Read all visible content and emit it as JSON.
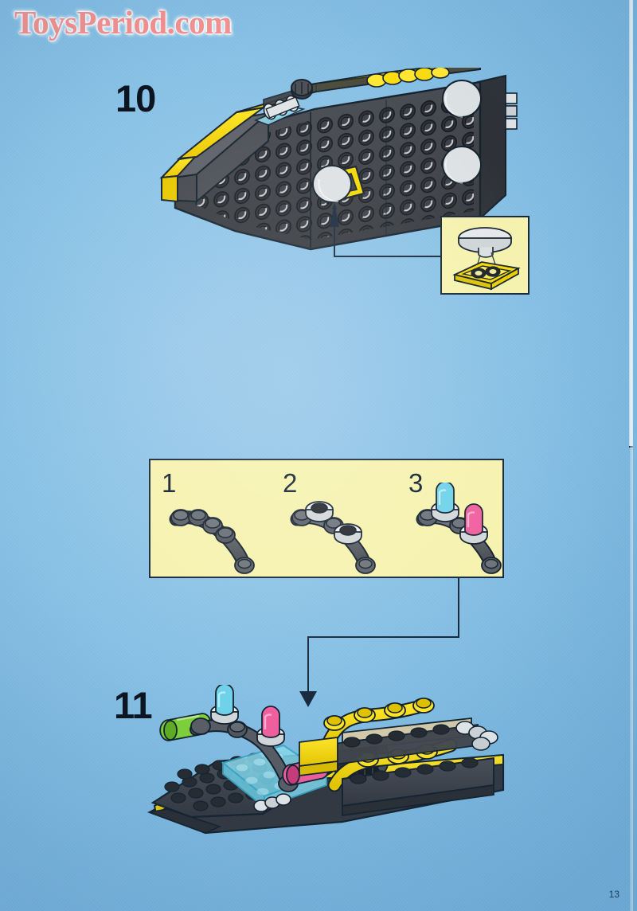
{
  "page": {
    "number": "13",
    "background_color": "#82bde3",
    "watermark": "ToysPeriod.com",
    "watermark_color": "#f4918f"
  },
  "steps": [
    {
      "id": "step-10",
      "number": "10",
      "description": "Dark gray hull underside with yellow trim and light gray radar dishes",
      "callout": {
        "id": "callout-dish-attach",
        "background_color": "#f5f2ae",
        "border_color": "#16283a",
        "description": "Light gray dish attaches into yellow frame with two clips"
      }
    },
    {
      "id": "step-11",
      "number": "11",
      "description": "Assembled speeder boat with transparent cyan canopy, yellow tubing and colored light bricks"
    }
  ],
  "subassembly": {
    "id": "subassembly-panel",
    "background_color": "#f6f2ae",
    "border_color": "#16283a",
    "sub_steps": [
      {
        "number": "1",
        "description": "Dark gray flexible tube rail with four clip hubs"
      },
      {
        "number": "2",
        "description": "Add two white round plates to the rail"
      },
      {
        "number": "3",
        "description": "Add one trans-cyan and one trans-pink light brick"
      }
    ]
  },
  "colors": {
    "hull_dark_gray": "#3c3f44",
    "hull_mid_gray": "#55585e",
    "hull_light_gray": "#7c8189",
    "yellow": "#f5d800",
    "yellow_dark": "#c9b000",
    "trans_cyan": "#6fd4e8",
    "trans_pink": "#f05fa0",
    "trans_green": "#76d12f",
    "white_gray": "#dfe2e4",
    "tan": "#d9cfae",
    "outline": "#14222e"
  }
}
